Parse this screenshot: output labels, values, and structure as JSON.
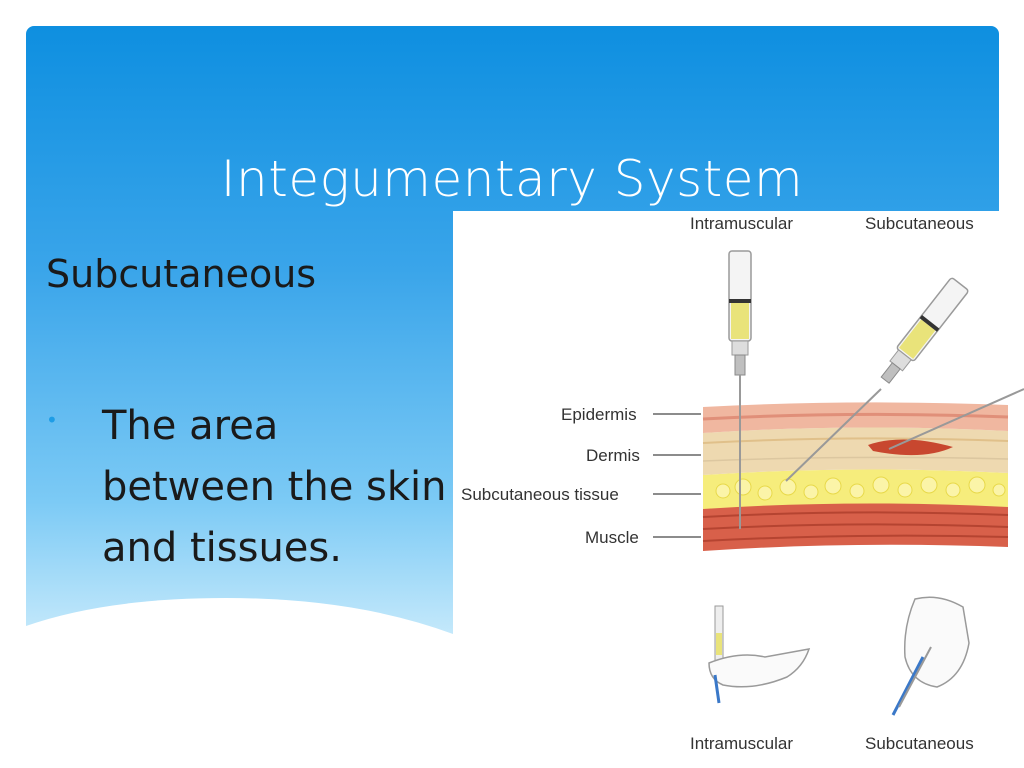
{
  "slide": {
    "title": "Integumentary System",
    "subtitle": "Subcutaneous",
    "bullet": "The area between the skin and tissues."
  },
  "figure": {
    "top_labels": [
      "Intramuscular",
      "Subcutaneous"
    ],
    "layer_labels": [
      "Epidermis",
      "Dermis",
      "Subcutaneous tissue",
      "Muscle"
    ],
    "bottom_labels": [
      "Intramuscular",
      "Subcutaneous"
    ]
  },
  "colors": {
    "panel_top": "#0e8fe0",
    "panel_bottom": "#c5e9fb",
    "bullet_accent": "#1e9de6"
  }
}
